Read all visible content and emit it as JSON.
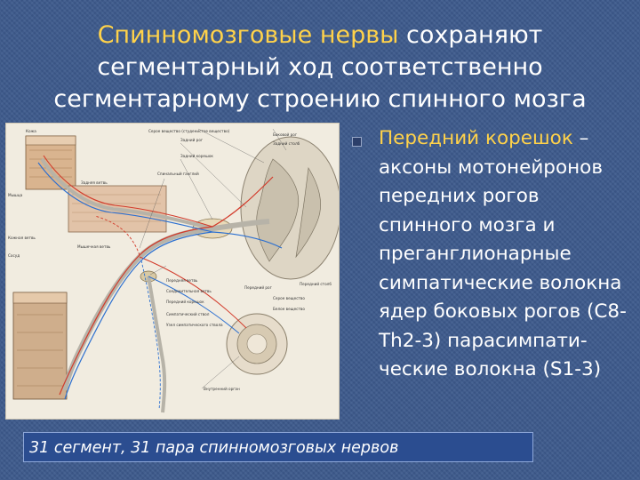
{
  "title": {
    "line1_highlight": "Спинномозговые нервы",
    "line1_rest": " сохраняют",
    "line2": "сегментарный ход соответственно",
    "line3": "сегментарному строению спинного мозга"
  },
  "bullet": {
    "highlight": "Передний корешок",
    "text": " – аксоны мотонейронов передних рогов спинного мозга и преганглионарные симпатические волокна ядер боковых рогов (С8-Th2-3) парасимпати-ческие волокна (S1-3)"
  },
  "footer": "31 сегмент, 31 пара спинномозговых нервов",
  "figure": {
    "labels": {
      "t1": "Серое вещество (студенистое вещество)",
      "t2": "Задний рог",
      "t3": "Задний корешок",
      "t4": "Спинальный ганглий",
      "t5": "Задняя ветвь",
      "t6": "Передняя ветвь",
      "t7": "Соединительная ветвь",
      "t8": "Передний корешок",
      "t9": "Передний рог",
      "t10": "Боковой рог",
      "t11": "Задний столб",
      "t12": "Передний столб",
      "t13": "Кожа",
      "t14": "Мышца",
      "t15": "Симпатический ствол",
      "t16": "Узел симпатического ствола",
      "t17": "Внутренний орган",
      "t18": "Сосуд",
      "t19": "Серое вещество",
      "t20": "Белое вещество",
      "t21": "Кожная ветвь",
      "t22": "Мышечная ветвь"
    }
  },
  "colors": {
    "background": "#3d5a8c",
    "highlight": "#ffd24a",
    "nerve_red": "#d23a2a",
    "nerve_blue": "#2b6fd0"
  }
}
